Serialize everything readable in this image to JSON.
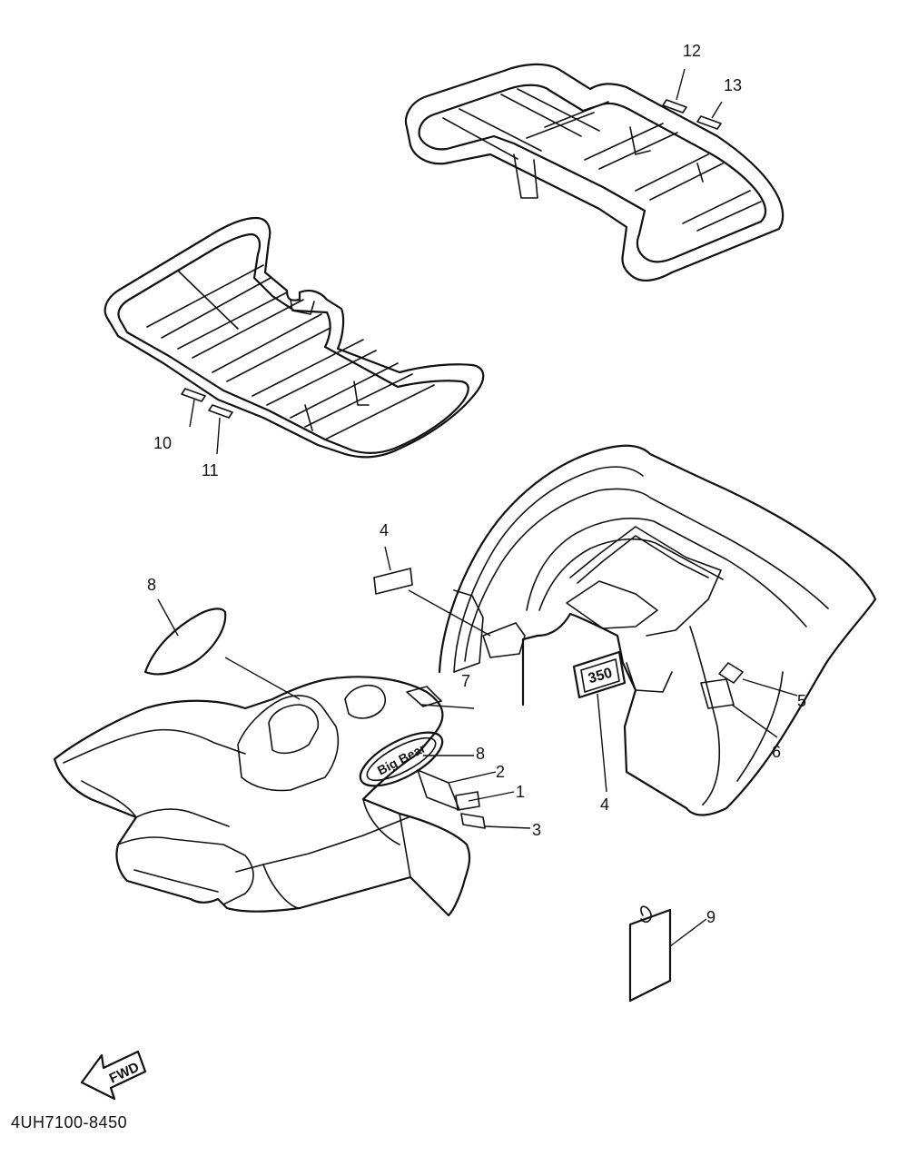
{
  "diagram_code": "4UH7100-8450",
  "fwd_label": "FWD",
  "decal_text_350": "350",
  "decal_text_bigbear": "Big Bear",
  "callouts": [
    "1",
    "2",
    "3",
    "4",
    "4",
    "5",
    "6",
    "7",
    "8",
    "8",
    "9",
    "10",
    "11",
    "12",
    "13"
  ]
}
